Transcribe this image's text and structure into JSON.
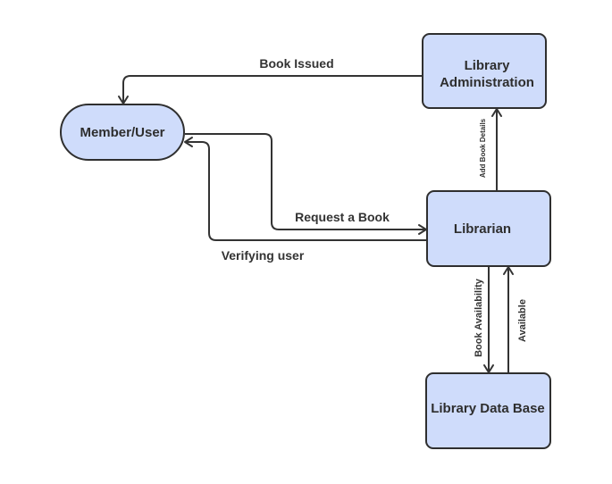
{
  "nodes": {
    "member": "Member/User",
    "admin_line1": "Library",
    "admin_line2": "Administration",
    "librarian": "Librarian",
    "database": "Library Data Base"
  },
  "edges": {
    "book_issued": "Book Issued",
    "request_book": "Request a Book",
    "verifying_user": "Verifying user",
    "add_book_details": "Add Book Details",
    "book_availability": "Book Availability",
    "available": "Available"
  },
  "colors": {
    "node_fill": "#cfdcfb",
    "node_stroke": "#2f2f2f",
    "edge_stroke": "#333333"
  }
}
